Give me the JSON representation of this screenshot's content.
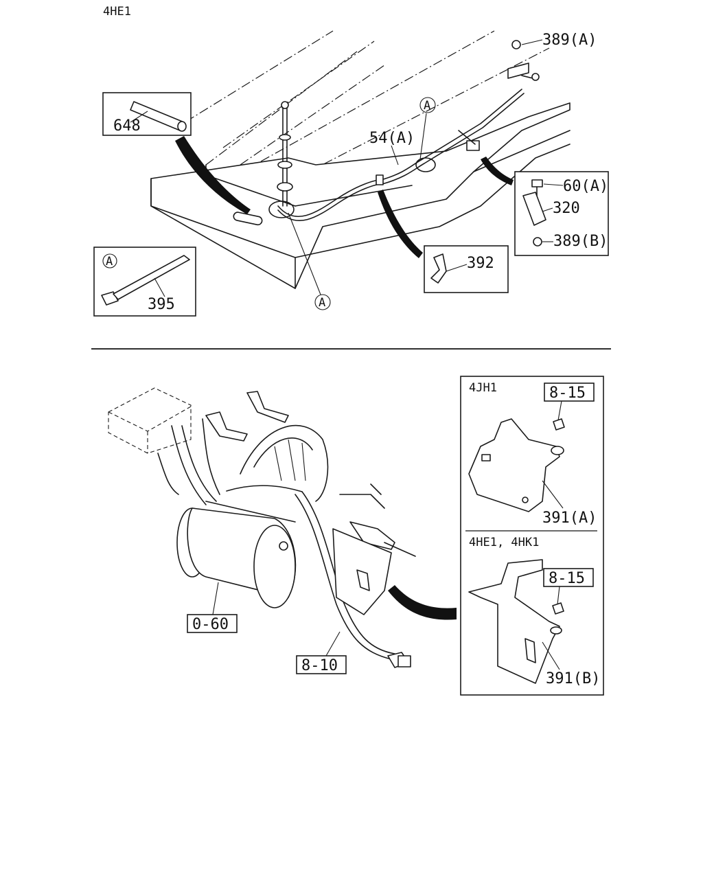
{
  "top_section": {
    "engine_label": "4HE1",
    "callouts": {
      "nut_a": "389(A)",
      "insulator": "648",
      "harness": "54(A)",
      "clip_ref_upper": "A",
      "clip_ref_lower": "A",
      "bolt": "60(A)",
      "bracket": "320",
      "nut_b": "389(B)",
      "clip": "392",
      "tie_ref": "A",
      "tie_band": "395"
    }
  },
  "bottom_section": {
    "callouts": {
      "starter": "0-60",
      "harness": "8-10"
    },
    "inset_4jh1": {
      "engine_label": "4JH1",
      "nut_ref": "8-15",
      "bracket": "391(A)"
    },
    "inset_4he1_4hk1": {
      "engine_label": "4HE1, 4HK1",
      "nut_ref": "8-15",
      "bracket": "391(B)"
    }
  }
}
